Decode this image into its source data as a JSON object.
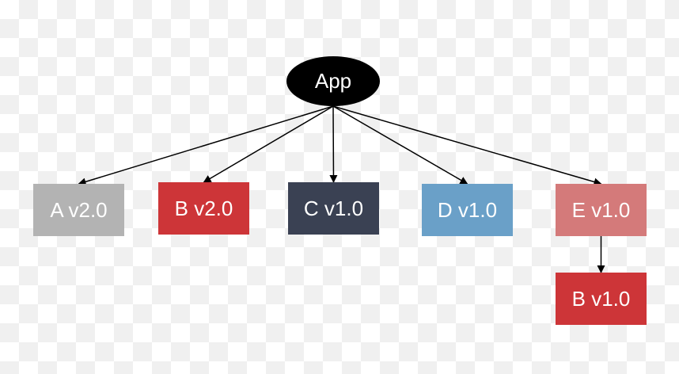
{
  "diagram": {
    "nodes": [
      {
        "id": "app",
        "label": "App",
        "color": "#000000",
        "shape": "ellipse"
      },
      {
        "id": "a2",
        "label": "A v2.0",
        "color": "#b3b3b3",
        "shape": "rect"
      },
      {
        "id": "b2",
        "label": "B v2.0",
        "color": "#cd3538",
        "shape": "rect"
      },
      {
        "id": "c1",
        "label": "C v1.0",
        "color": "#3a4153",
        "shape": "rect"
      },
      {
        "id": "d1",
        "label": "D v1.0",
        "color": "#6aa0c8",
        "shape": "rect"
      },
      {
        "id": "e1",
        "label": "E v1.0",
        "color": "#d47a7a",
        "shape": "rect"
      },
      {
        "id": "b1",
        "label": "B v1.0",
        "color": "#cd3538",
        "shape": "rect"
      }
    ],
    "edges": [
      {
        "from": "app",
        "to": "a2"
      },
      {
        "from": "app",
        "to": "b2"
      },
      {
        "from": "app",
        "to": "c1"
      },
      {
        "from": "app",
        "to": "d1"
      },
      {
        "from": "app",
        "to": "e1"
      },
      {
        "from": "e1",
        "to": "b1"
      }
    ]
  }
}
